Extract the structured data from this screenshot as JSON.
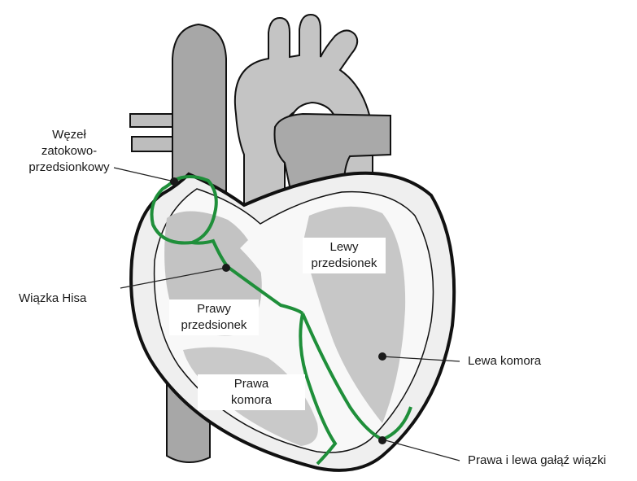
{
  "labels": {
    "sa_node_line1": "Węzeł",
    "sa_node_line2": "zatokowo-",
    "sa_node_line3": "przedsionkowy",
    "his_bundle": "Wiązka Hisa",
    "left_atrium_line1": "Lewy",
    "left_atrium_line2": "przedsionek",
    "right_atrium_line1": "Prawy",
    "right_atrium_line2": "przedsionek",
    "right_ventricle_line1": "Prawa",
    "right_ventricle_line2": "komora",
    "left_ventricle": "Lewa komora",
    "bundle_branches": "Prawa i lewa gałąź wiązki"
  },
  "colors": {
    "vessel_gray": "#a7a7a7",
    "chamber_gray": "#bfbfbf",
    "heart_fill": "#efefef",
    "inner_fill": "#f7f7f7",
    "outline": "#111111",
    "conduction_green": "#1f8f3a"
  }
}
